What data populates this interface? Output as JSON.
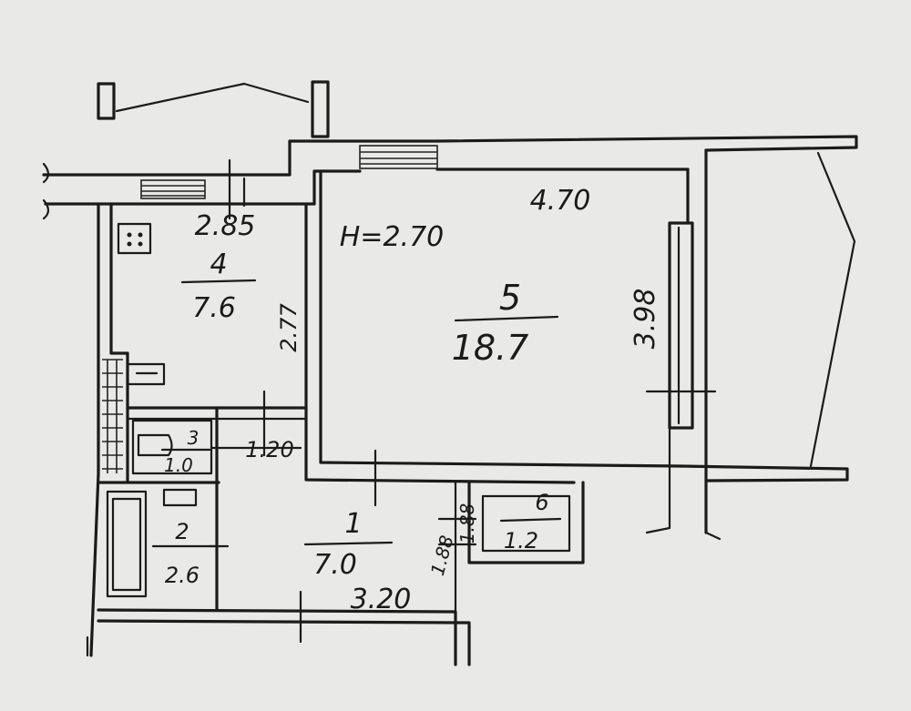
{
  "plan": {
    "ceiling_height": "H=2.70",
    "rooms": [
      {
        "id": "room-5",
        "number": "5",
        "area": "18.7"
      },
      {
        "id": "room-4",
        "number": "4",
        "area": "7.6"
      },
      {
        "id": "room-1",
        "number": "1",
        "area": "7.0"
      },
      {
        "id": "room-2",
        "number": "2",
        "area": "2.6"
      },
      {
        "id": "room-3",
        "number": "3",
        "area": "1.0"
      },
      {
        "id": "room-6",
        "number": "6",
        "area": "1.2"
      }
    ],
    "dimensions": {
      "room5_width": "4.70",
      "room5_depth": "3.98",
      "room4_width": "2.85",
      "room4_depth": "2.77",
      "hall_width": "3.20",
      "hall_small": "1.20",
      "closet_depth": "1.88",
      "hall_side": "1.88"
    }
  },
  "colors": {
    "paper": "#e9e9e7",
    "ink": "#1b1b1b"
  }
}
